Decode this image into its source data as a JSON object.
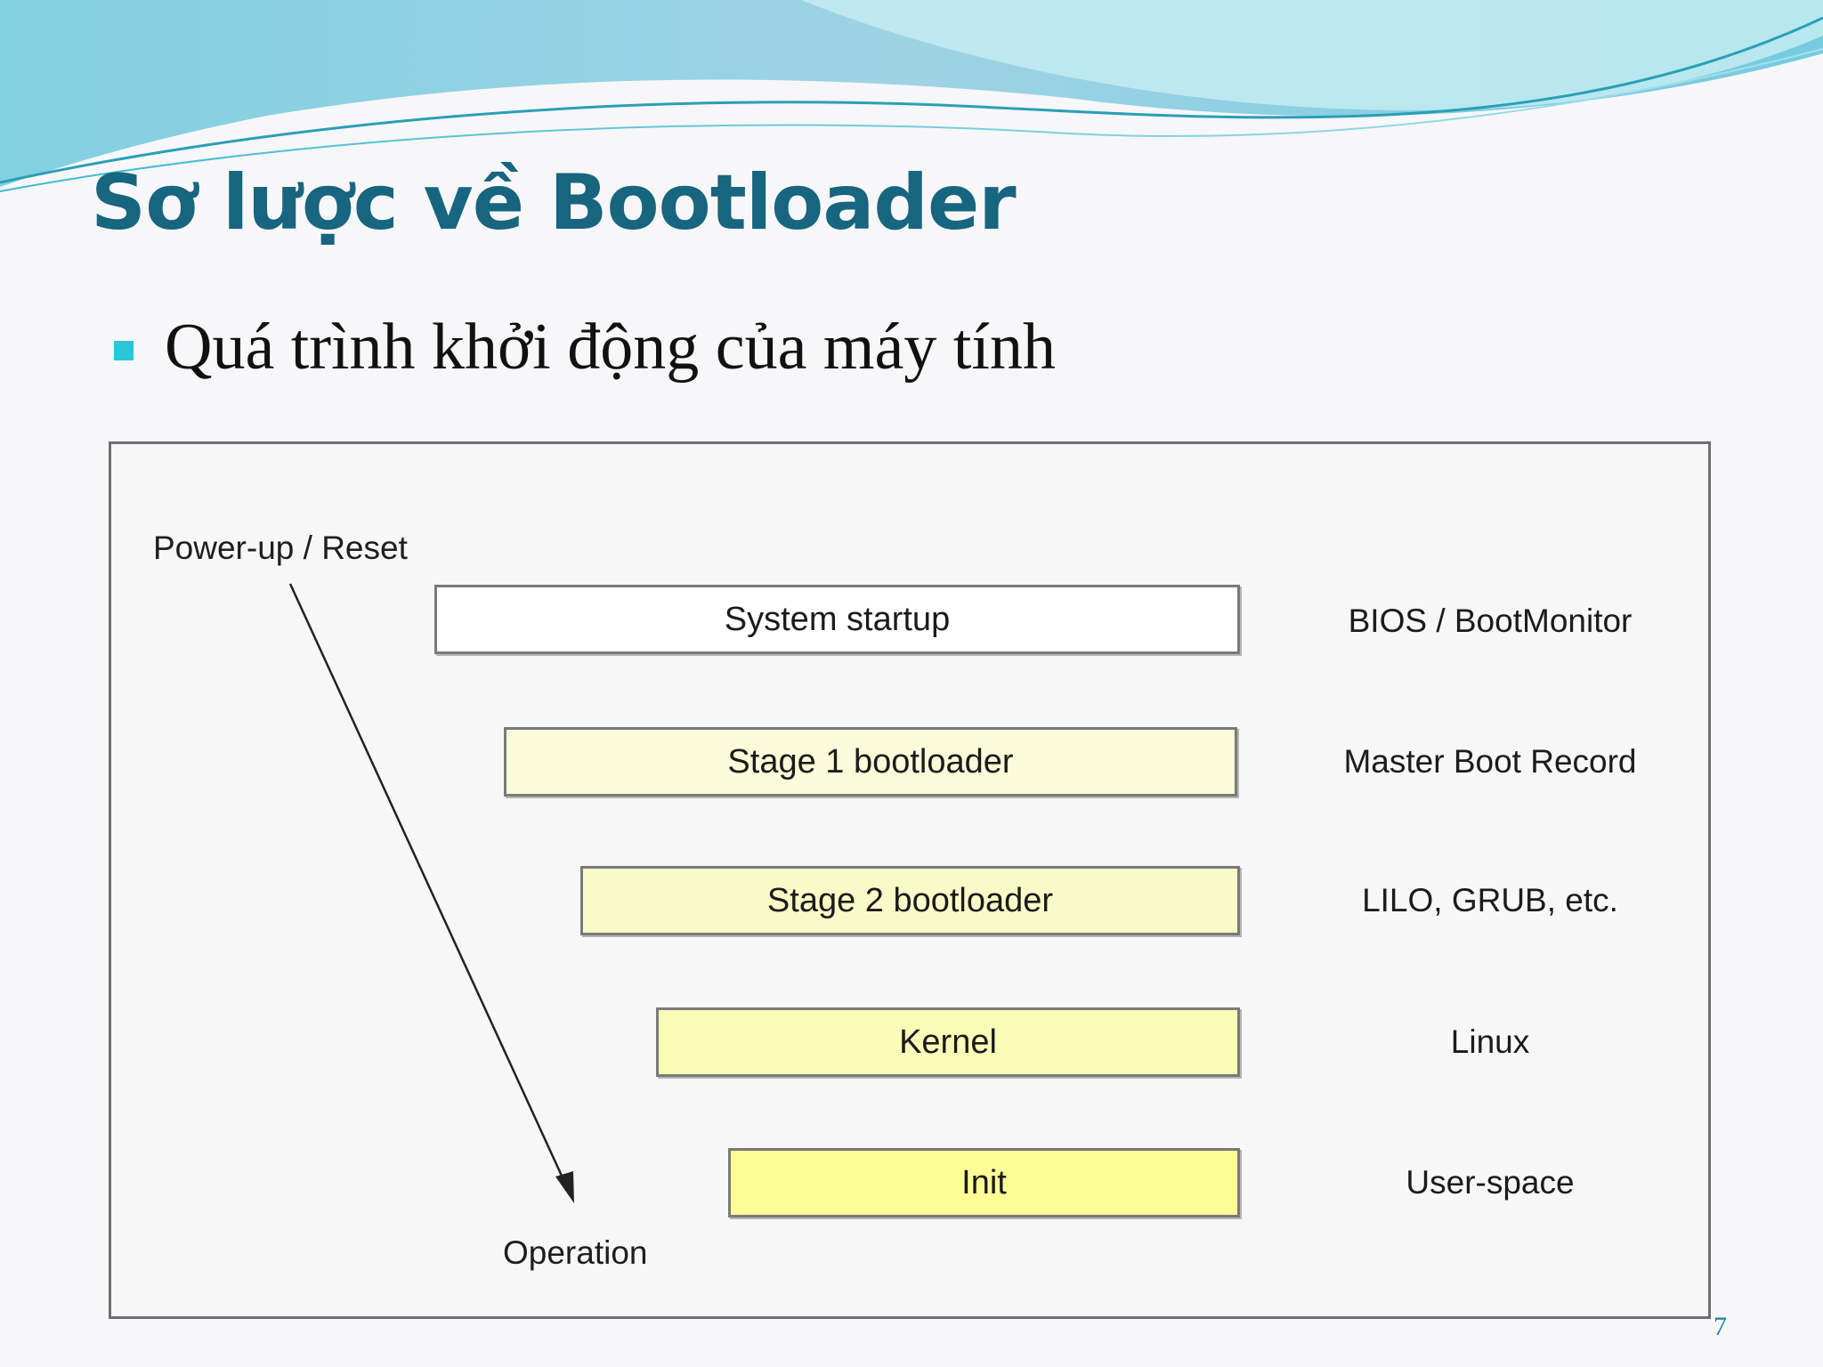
{
  "slide": {
    "title": "Sơ lược về Bootloader",
    "bullet": "Quá trình khởi động của máy tính",
    "page_number": "7"
  },
  "diagram": {
    "start_label": "Power-up / Reset",
    "end_label": "Operation",
    "stages": [
      {
        "label": "System startup",
        "side": "BIOS / BootMonitor",
        "fill": "#ffffff"
      },
      {
        "label": "Stage 1 bootloader",
        "side": "Master Boot Record",
        "fill": "#fbfbd9"
      },
      {
        "label": "Stage 2 bootloader",
        "side": "LILO, GRUB, etc.",
        "fill": "#fafac8"
      },
      {
        "label": "Kernel",
        "side": "Linux",
        "fill": "#fbfbb8"
      },
      {
        "label": "Init",
        "side": "User-space",
        "fill": "#fdfd96"
      }
    ]
  },
  "colors": {
    "title": "#17657e",
    "bullet": "#28c6d8"
  }
}
